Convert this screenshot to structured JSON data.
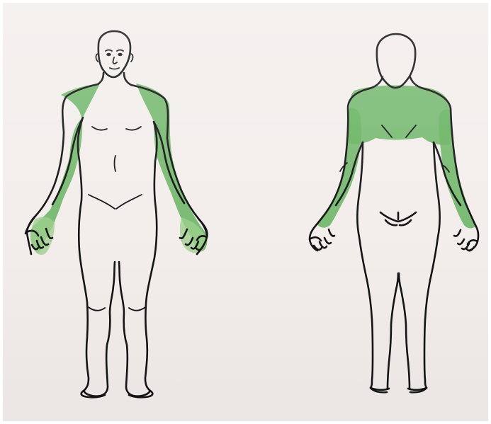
{
  "figure": {
    "views": [
      "front",
      "back"
    ],
    "marked_regions": [
      "shoulders",
      "upper back",
      "arms",
      "hands"
    ]
  },
  "colors": {
    "paper": "#f3eeec",
    "outline": "#151515",
    "marking": "#69b463",
    "marking_light": "#9ed08e"
  }
}
